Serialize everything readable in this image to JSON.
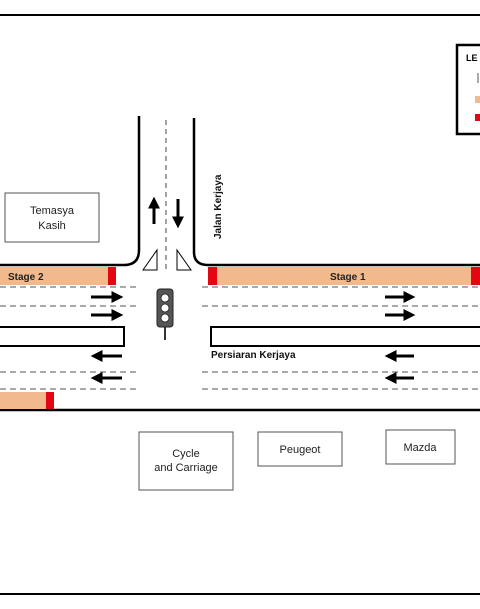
{
  "colors": {
    "frame": "#000000",
    "road_edge": "#000000",
    "lane_dash": "#666666",
    "stage_fill": "#F2B98C",
    "stop_bar": "#E30613",
    "box_stroke": "#555555"
  },
  "legend": {
    "title": "LE",
    "items": [
      {
        "color": "#F2B98C"
      },
      {
        "color": "#E30613"
      }
    ]
  },
  "buildings": {
    "temasya_line1": "Temasya",
    "temasya_line2": "Kasih",
    "cycle_line1": "Cycle",
    "cycle_line2": "and Carriage",
    "peugeot": "Peugeot",
    "mazda": "Mazda"
  },
  "roads": {
    "jalan": "Jalan Kerjaya",
    "persiaran": "Persiaran  Kerjaya"
  },
  "stages": {
    "stage1": "Stage 1",
    "stage2": "Stage 2"
  },
  "traffic_light": {
    "icon": "traffic-light-icon"
  },
  "arrows": {
    "icon": "arrow-icon"
  }
}
